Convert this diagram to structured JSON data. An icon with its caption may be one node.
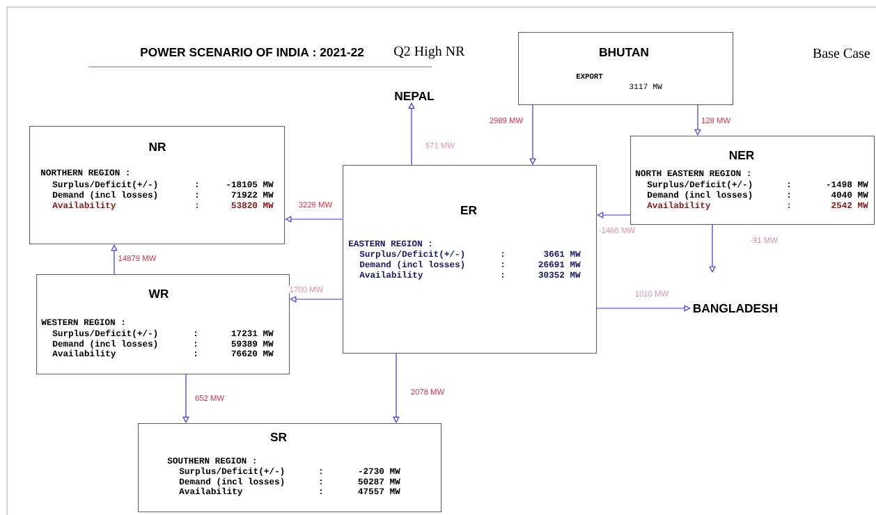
{
  "diagram": {
    "title": "POWER SCENARIO OF INDIA : 2021-22",
    "nodes": [
      {
        "text": [
          "BHUTAN",
          "EXPORT",
          "3117 MW"
        ]
      },
      {
        "text": [
          "NEPAL"
        ]
      },
      {
        "text": [
          "NR",
          "NORTHERN REGION :",
          "Surplus/Deficit(+/-)",
          ":",
          "-18105 MW",
          "Demand (incl losses)",
          ":",
          "71922 MW",
          "Availability",
          ":",
          "53820 MW"
        ]
      },
      {
        "text": [
          "NER",
          "NORTH EASTERN REGION :",
          "Surplus/Deficit(+/-)",
          ":",
          "-1498 MW",
          "Demand (incl losses)",
          ":",
          "4040 MW",
          "Availability",
          ":",
          "2542 MW"
        ]
      },
      {
        "text": [
          "ER",
          "EASTERN REGION :",
          "Surplus/Deficit(+/-)",
          ":",
          "3661 MW",
          "Demand (incl losses)",
          ":",
          "26691 MW",
          "Availability",
          ":",
          "30352 MW"
        ]
      },
      {
        "text": [
          "WR",
          "WESTERN REGION :",
          "Surplus/Deficit(+/-)",
          ":",
          "17231 MW",
          "Demand (incl losses)",
          ":",
          "59389 MW",
          "Availability",
          ":",
          "76620 MW"
        ]
      },
      {
        "text": [
          "BANGLADESH"
        ]
      },
      {
        "text": [
          "SR",
          "SOUTHERN REGION :",
          "Surplus/Deficit(+/-)",
          ":",
          "-2730 MW",
          "Demand (incl losses)",
          ":",
          "50287 MW",
          "Availability",
          ":",
          "47557 MW"
        ]
      }
    ],
    "edges": [
      {
        "from": 0,
        "to": 4,
        "arrow": "to",
        "label": "2989 MW"
      },
      {
        "from": 0,
        "to": 3,
        "arrow": "to",
        "label": "128 MW"
      },
      {
        "from": 4,
        "to": 1,
        "arrow": "to",
        "label": "571 MW"
      },
      {
        "from": 4,
        "to": 2,
        "arrow": "to",
        "label": "3226 MW"
      },
      {
        "from": 3,
        "to": 4,
        "arrow": "to",
        "label": "-1466 MW"
      },
      {
        "from": 3,
        "to": null,
        "arrow": "to",
        "label": "-91 MW"
      },
      {
        "from": 4,
        "to": 6,
        "arrow": "to",
        "label": "1010 MW"
      },
      {
        "from": 4,
        "to": 5,
        "arrow": "to",
        "label": "1700 MW"
      },
      {
        "from": 5,
        "to": 2,
        "arrow": "to",
        "label": "14879 MW"
      },
      {
        "from": 5,
        "to": 7,
        "arrow": "to",
        "label": "652 MW"
      },
      {
        "from": 4,
        "to": 7,
        "arrow": "to",
        "label": "2078 MW"
      }
    ],
    "labels": [
      "Q2 High NR",
      "Base Case"
    ]
  }
}
